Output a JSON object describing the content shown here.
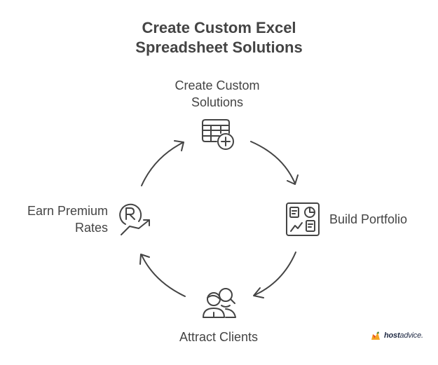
{
  "title": {
    "line1": "Create Custom Excel",
    "line2": "Spreadsheet Solutions"
  },
  "cycle": {
    "direction": "clockwise",
    "stroke_color": "#444444",
    "steps": [
      {
        "id": "create",
        "label_line1": "Create Custom",
        "label_line2": "Solutions",
        "icon": "spreadsheet-add-icon"
      },
      {
        "id": "portfolio",
        "label_line1": "Build Portfolio",
        "icon": "portfolio-dashboard-icon"
      },
      {
        "id": "clients",
        "label_line1": "Attract Clients",
        "icon": "people-search-icon"
      },
      {
        "id": "rates",
        "label_line1": "Earn Premium",
        "label_line2": "Rates",
        "icon": "registered-growth-icon"
      }
    ]
  },
  "branding": {
    "logo_bold": "host",
    "logo_light": "advice.",
    "icon": "hostadvice-logo-icon"
  }
}
